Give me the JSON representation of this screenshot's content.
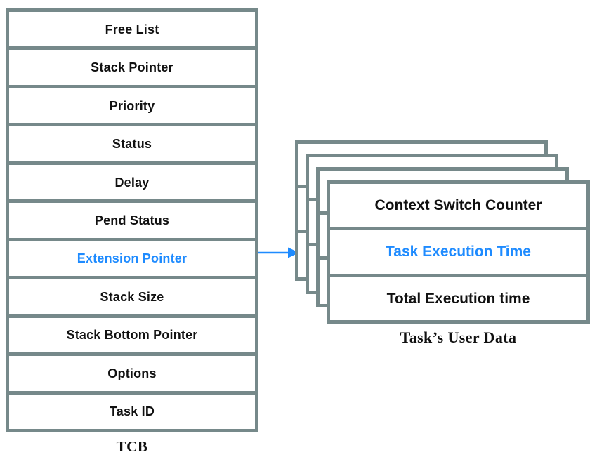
{
  "colors": {
    "border": "#76898a",
    "accent_text": "#1e8bff",
    "arrow": "#1e8bff",
    "text": "#111111",
    "background": "#ffffff"
  },
  "tcb": {
    "caption": "TCB",
    "fields": [
      {
        "label": "Free List",
        "highlight": false
      },
      {
        "label": "Stack Pointer",
        "highlight": false
      },
      {
        "label": "Priority",
        "highlight": false
      },
      {
        "label": "Status",
        "highlight": false
      },
      {
        "label": "Delay",
        "highlight": false
      },
      {
        "label": "Pend Status",
        "highlight": false
      },
      {
        "label": "Extension Pointer",
        "highlight": true
      },
      {
        "label": "Stack Size",
        "highlight": false
      },
      {
        "label": "Stack Bottom Pointer",
        "highlight": false
      },
      {
        "label": "Options",
        "highlight": false
      },
      {
        "label": "Task ID",
        "highlight": false
      }
    ]
  },
  "connector": {
    "kind": "arrow",
    "from": "Extension Pointer",
    "to": "Task's User Data",
    "color": "#1e8bff"
  },
  "user_data": {
    "caption": "Task’s User Data",
    "stack_layer_count": 4,
    "fields": [
      {
        "label": "Context Switch Counter",
        "highlight": false
      },
      {
        "label": "Task Execution Time",
        "highlight": true
      },
      {
        "label": "Total Execution time",
        "highlight": false
      }
    ]
  }
}
